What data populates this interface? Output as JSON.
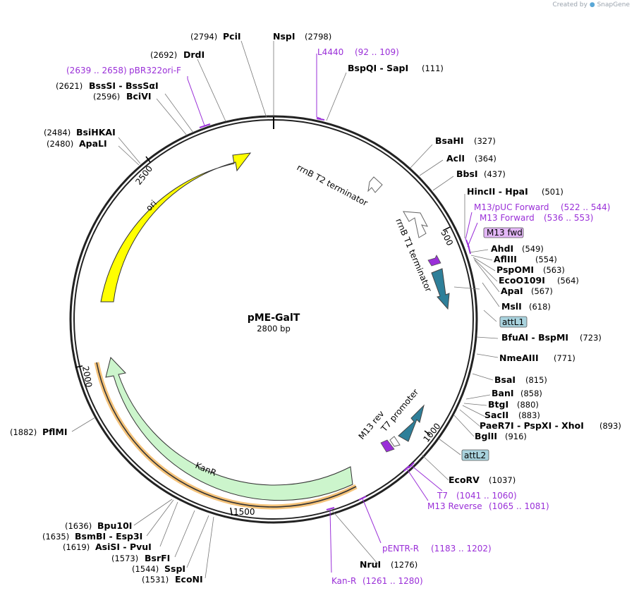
{
  "watermark": {
    "prefix": "Created by",
    "brand": "SnapGene"
  },
  "plasmid": {
    "name": "pME-GalT",
    "length_label": "2800 bp",
    "length": 2800
  },
  "sites": [
    {
      "name": "PciI",
      "pos": "(2794)",
      "bp": 2794
    },
    {
      "name": "NspI",
      "pos": "(2798)",
      "bp": 2798
    },
    {
      "name": "DrdI",
      "pos": "(2692)",
      "bp": 2692
    },
    {
      "name": "BssSI  -  BssSαI",
      "pos": "(2621)",
      "bp": 2621
    },
    {
      "name": "BciVI",
      "pos": "(2596)",
      "bp": 2596
    },
    {
      "name": "BsiHKAI",
      "pos": "(2484)",
      "bp": 2484
    },
    {
      "name": "ApaLI",
      "pos": "(2480)",
      "bp": 2480
    },
    {
      "name": "BspQI  -  SapI",
      "pos": "(111)",
      "bp": 111
    },
    {
      "name": "BsaHI",
      "pos": "(327)",
      "bp": 327
    },
    {
      "name": "AclI",
      "pos": "(364)",
      "bp": 364
    },
    {
      "name": "BbsI",
      "pos": "(437)",
      "bp": 437
    },
    {
      "name": "HincII  -  HpaI",
      "pos": "(501)",
      "bp": 501
    },
    {
      "name": "AhdI",
      "pos": "(549)",
      "bp": 549
    },
    {
      "name": "AflIII",
      "pos": "(554)",
      "bp": 554
    },
    {
      "name": "PspOMI",
      "pos": "(563)",
      "bp": 563
    },
    {
      "name": "EcoO109I",
      "pos": "(564)",
      "bp": 564
    },
    {
      "name": "ApaI",
      "pos": "(567)",
      "bp": 567
    },
    {
      "name": "MslI",
      "pos": "(618)",
      "bp": 618
    },
    {
      "name": "BfuAI  -  BspMI",
      "pos": "(723)",
      "bp": 723
    },
    {
      "name": "NmeAIII",
      "pos": "(771)",
      "bp": 771
    },
    {
      "name": "BsaI",
      "pos": "(815)",
      "bp": 815
    },
    {
      "name": "BanI",
      "pos": "(858)",
      "bp": 858
    },
    {
      "name": "BtgI",
      "pos": "(880)",
      "bp": 880
    },
    {
      "name": "SacII",
      "pos": "(883)",
      "bp": 883
    },
    {
      "name": "PaeR7I  -  PspXI  -  XhoI",
      "pos": "(893)",
      "bp": 893
    },
    {
      "name": "BglII",
      "pos": "(916)",
      "bp": 916
    },
    {
      "name": "EcoRV",
      "pos": "(1037)",
      "bp": 1037
    },
    {
      "name": "NruI",
      "pos": "(1276)",
      "bp": 1276
    },
    {
      "name": "PflMI",
      "pos": "(1882)",
      "bp": 1882
    },
    {
      "name": "Bpu10I",
      "pos": "(1636)",
      "bp": 1636
    },
    {
      "name": "BsmBI  -  Esp3I",
      "pos": "(1635)",
      "bp": 1635
    },
    {
      "name": "AsiSI  -  PvuI",
      "pos": "(1619)",
      "bp": 1619
    },
    {
      "name": "BsrFI",
      "pos": "(1573)",
      "bp": 1573
    },
    {
      "name": "SspI",
      "pos": "(1544)",
      "bp": 1544
    },
    {
      "name": "EcoNI",
      "pos": "(1531)",
      "bp": 1531
    }
  ],
  "primers": [
    {
      "name": "pBR322ori-F",
      "range": "(2639 .. 2658)",
      "start": 2639,
      "end": 2658
    },
    {
      "name": "L4440",
      "range": "(92 .. 109)",
      "start": 92,
      "end": 109
    },
    {
      "name": "M13/pUC Forward",
      "range": "(522 .. 544)",
      "start": 522,
      "end": 544
    },
    {
      "name": "M13 Forward",
      "range": "(536 .. 553)",
      "start": 536,
      "end": 553
    },
    {
      "name": "T7",
      "range": "(1041 .. 1060)",
      "start": 1041,
      "end": 1060
    },
    {
      "name": "M13 Reverse",
      "range": "(1065 .. 1081)",
      "start": 1065,
      "end": 1081
    },
    {
      "name": "pENTR-R",
      "range": "(1183 .. 1202)",
      "start": 1183,
      "end": 1202
    },
    {
      "name": "Kan-R",
      "range": "(1261 .. 1280)",
      "start": 1261,
      "end": 1280
    }
  ],
  "features": [
    {
      "name": "ori",
      "color": "#ffff00"
    },
    {
      "name": "KanR",
      "color": "#ccf5cc"
    },
    {
      "name": "rrnB T2 terminator",
      "color": "#ffffff"
    },
    {
      "name": "rrnB T1 terminator",
      "color": "#ffffff"
    },
    {
      "name": "T7 promoter",
      "color": "#ffffff"
    },
    {
      "name": "M13 rev",
      "color": "#9a2fd8"
    },
    {
      "name": "M13 fwd",
      "color": "#e3b7f7"
    },
    {
      "name": "attL1",
      "color": "#a9d3de"
    },
    {
      "name": "attL2",
      "color": "#a9d3de"
    },
    {
      "name": "",
      "color": "#2e7f99"
    }
  ],
  "ticks": [
    "500",
    "1000",
    "1500",
    "2000",
    "2500"
  ],
  "colors": {
    "primer": "#9a2fd8",
    "orf_highlight": "#f5c37a",
    "backbone": "#222222"
  }
}
